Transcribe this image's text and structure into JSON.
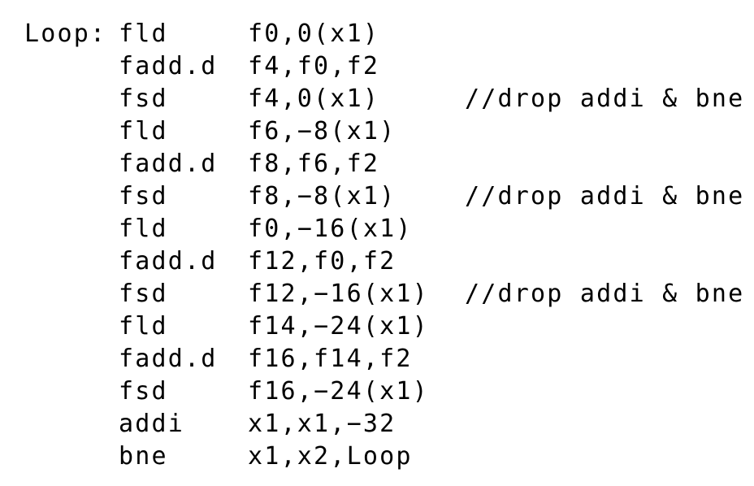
{
  "page": {
    "background_color": "#ffffff",
    "text_color": "#000000"
  },
  "code": {
    "language": "riscv-assembly",
    "lines": [
      {
        "label": "Loop:",
        "mnemonic": "fld",
        "operands": "f0,0(x1)",
        "comment": ""
      },
      {
        "label": "",
        "mnemonic": "fadd.d",
        "operands": "f4,f0,f2",
        "comment": ""
      },
      {
        "label": "",
        "mnemonic": "fsd",
        "operands": "f4,0(x1)",
        "comment": "//drop addi & bne"
      },
      {
        "label": "",
        "mnemonic": "fld",
        "operands": "f6,−8(x1)",
        "comment": ""
      },
      {
        "label": "",
        "mnemonic": "fadd.d",
        "operands": "f8,f6,f2",
        "comment": ""
      },
      {
        "label": "",
        "mnemonic": "fsd",
        "operands": "f8,−8(x1)",
        "comment": "//drop addi & bne"
      },
      {
        "label": "",
        "mnemonic": "fld",
        "operands": "f0,−16(x1)",
        "comment": ""
      },
      {
        "label": "",
        "mnemonic": "fadd.d",
        "operands": "f12,f0,f2",
        "comment": ""
      },
      {
        "label": "",
        "mnemonic": "fsd",
        "operands": "f12,−16(x1)",
        "comment": "//drop addi & bne"
      },
      {
        "label": "",
        "mnemonic": "fld",
        "operands": "f14,−24(x1)",
        "comment": ""
      },
      {
        "label": "",
        "mnemonic": "fadd.d",
        "operands": "f16,f14,f2",
        "comment": ""
      },
      {
        "label": "",
        "mnemonic": "fsd",
        "operands": "f16,−24(x1)",
        "comment": ""
      },
      {
        "label": "",
        "mnemonic": "addi",
        "operands": "x1,x1,−32",
        "comment": ""
      },
      {
        "label": "",
        "mnemonic": "bne",
        "operands": "x1,x2,Loop",
        "comment": ""
      }
    ]
  }
}
